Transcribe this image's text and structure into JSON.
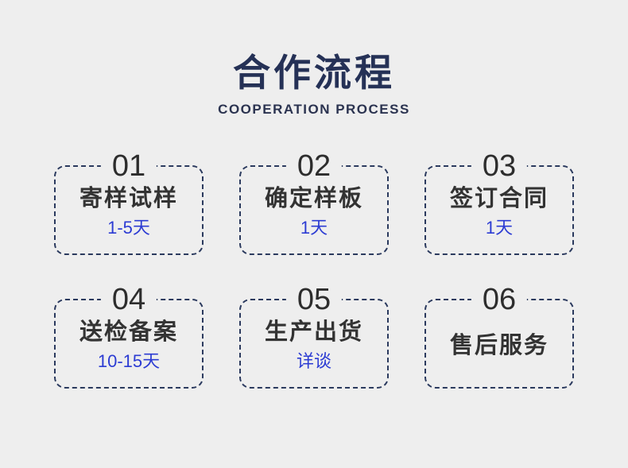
{
  "page": {
    "background": "#eeeeee",
    "title": "合作流程",
    "subtitle": "COOPERATION PROCESS",
    "colors": {
      "title_navy": "#253156",
      "dashed_border": "#2b3a5e",
      "step_number": "#2d2d2d",
      "step_title": "#333333",
      "duration_blue": "#2c3cd3"
    }
  },
  "steps": [
    {
      "number": "01",
      "title": "寄样试样",
      "duration": "1-5天"
    },
    {
      "number": "02",
      "title": "确定样板",
      "duration": "1天"
    },
    {
      "number": "03",
      "title": "签订合同",
      "duration": "1天"
    },
    {
      "number": "04",
      "title": "送检备案",
      "duration": "10-15天"
    },
    {
      "number": "05",
      "title": "生产出货",
      "duration": "详谈"
    },
    {
      "number": "06",
      "title": "售后服务",
      "duration": ""
    }
  ]
}
